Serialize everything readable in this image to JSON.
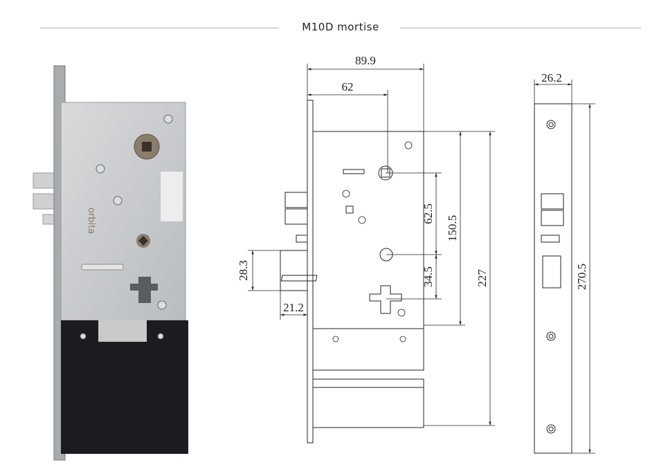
{
  "header": {
    "title": "M10D  mortise"
  },
  "photo": {
    "logo_text": "orbita",
    "colors": {
      "steel": "#c9cbcd",
      "black_housing": "#1b1c20"
    }
  },
  "front_view": {
    "dimensions": {
      "overall_depth": "89.9",
      "backset": "62",
      "spindle_to_cylinder": "62.5",
      "spindle_to_bottom": "150.5",
      "body_height": "227",
      "latch_height": "28.3",
      "latch_throw": "21.2",
      "cylinder_to_bottom": "34.5"
    }
  },
  "side_view": {
    "dimensions": {
      "faceplate_width": "26.2",
      "faceplate_height": "270.5"
    }
  }
}
